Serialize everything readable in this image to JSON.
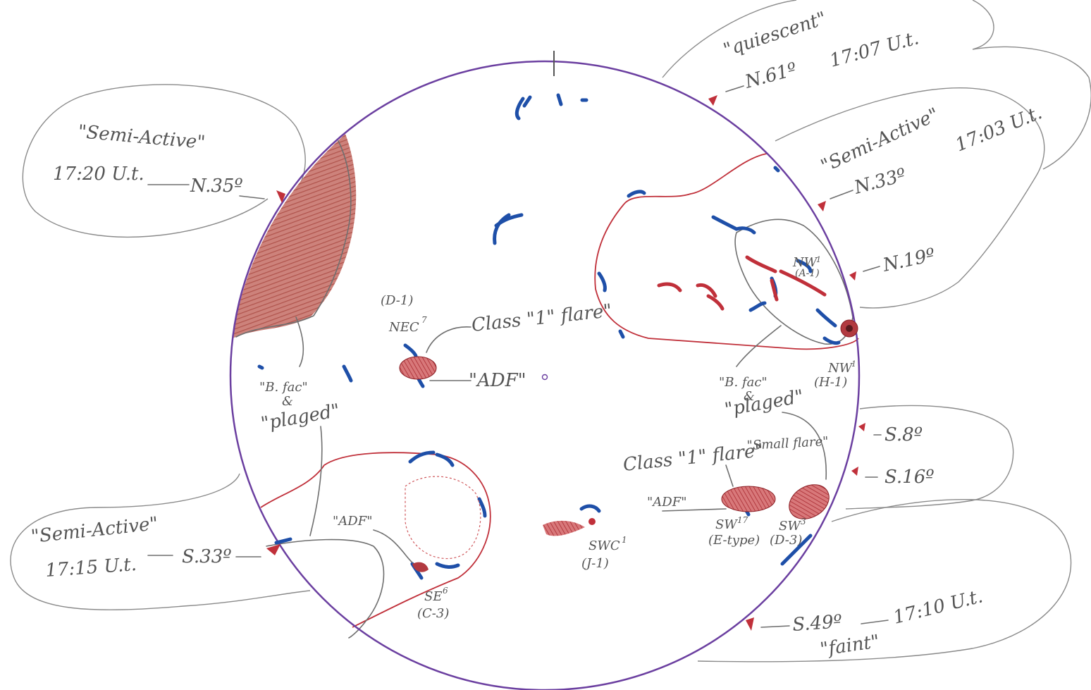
{
  "colors": {
    "disk_outline": "#6b3fa0",
    "pencil": "#6f6f6f",
    "red_pencil": "#c0303a",
    "blue_pencil": "#1e4fa8",
    "shaded_region": "#b5564f"
  },
  "limb_labels": {
    "quiescent_state": "\"quiescent\"",
    "quiescent_lat": "N.61º",
    "quiescent_time": "17:07 U.t.",
    "ne_state": "\"Semi-Active\"",
    "ne_time": "17:20 U.t.",
    "ne_lat": "N.35º",
    "nw_state": "\"Semi-Active\"",
    "nw_lat": "N.33º",
    "nw_time": "17:03 U.t.",
    "n19_lat": "N.19º",
    "s8_lat": "S.8º",
    "s16_lat": "S.16º",
    "se_state": "\"Semi-Active\"",
    "se_time": "17:15 U.t.",
    "se_lat": "S.33º",
    "s49_lat": "S.49º",
    "s49_time": "17:10 U.t.",
    "s49_state": "\"faint\""
  },
  "annotations": {
    "nec_id": "(D-1)",
    "nec_label": "NEC",
    "nec_sup": "7",
    "class1_flare_nec": "Class \"1\" flare\"",
    "adf_nec": "\"ADF\"",
    "bfac_left_1": "\"B. fac\"",
    "bfac_left_2": "&",
    "bfac_left_3": "\"plaged\"",
    "bfac_right_1": "\"B. fac\"",
    "bfac_right_2": "&",
    "bfac_right_3": "\"plaged\"",
    "nw_a_label": "NW",
    "nw_a_sup": "1",
    "nw_a_id": "(A-1)",
    "nw_h_label": "NW",
    "nw_h_sup": "1",
    "nw_h_id": "(H-1)",
    "class1_flare_sw": "Class \"1\" flare\"",
    "small_flare": "\"Small flare\"",
    "adf_sw": "\"ADF\"",
    "sw17_label": "SW",
    "sw17_sup": "17",
    "sw17_id": "(E-type)",
    "sw3_label": "SW",
    "sw3_sup": "3",
    "sw3_id": "(D-3)",
    "swc_label": "SWC",
    "swc_sup": "1",
    "swc_id": "(J-1)",
    "adf_se": "\"ADF\"",
    "se6_label": "SE",
    "se6_sup": "6",
    "se6_id": "(C-3)"
  }
}
